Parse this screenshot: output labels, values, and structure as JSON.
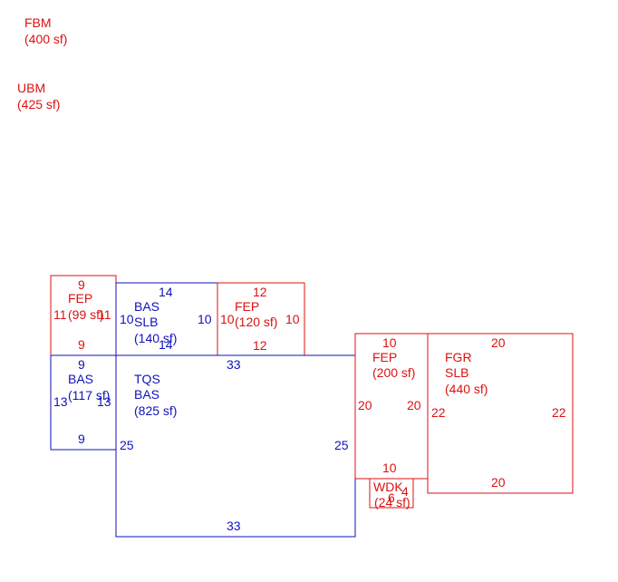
{
  "colors": {
    "red": "#dd1111",
    "blue": "#1111bb"
  },
  "floating_labels": [
    {
      "name": "FBM",
      "area": "(400 sf)",
      "color": "red"
    },
    {
      "name": "UBM",
      "area": "(425 sf)",
      "color": "red"
    }
  ],
  "rooms": [
    {
      "id": "fep-small",
      "color": "red",
      "lines": [
        "FEP",
        "(99 sf)"
      ],
      "dims": {
        "top": "9",
        "bottom": "9",
        "left": "11",
        "right": "11"
      }
    },
    {
      "id": "bas-slb",
      "color": "blue",
      "lines": [
        "BAS",
        "SLB",
        "(140 sf)"
      ],
      "dims": {
        "top": "14",
        "bottom": "14",
        "left": "10",
        "right": "10"
      }
    },
    {
      "id": "fep-120",
      "color": "red",
      "lines": [
        "FEP",
        "(120 sf)"
      ],
      "dims": {
        "top": "12",
        "bottom": "12",
        "left": "10",
        "right": "10"
      }
    },
    {
      "id": "bas-117",
      "color": "blue",
      "lines": [
        "BAS",
        "(117 sf)"
      ],
      "dims": {
        "top": "9",
        "bottom": "9",
        "left": "13",
        "right": "13"
      }
    },
    {
      "id": "tqs-bas",
      "color": "blue",
      "lines": [
        "TQS",
        "BAS",
        "(825 sf)"
      ],
      "dims": {
        "top": "33",
        "bottom": "33",
        "left": "25",
        "right": "25"
      }
    },
    {
      "id": "fep-200",
      "color": "red",
      "lines": [
        "FEP",
        "(200 sf)"
      ],
      "dims": {
        "top": "10",
        "bottom": "10",
        "left": "20",
        "right": "20"
      }
    },
    {
      "id": "fgr-slb",
      "color": "red",
      "lines": [
        "FGR",
        "SLB",
        "(440 sf)"
      ],
      "dims": {
        "top": "20",
        "bottom": "20",
        "left": "22",
        "right": "22"
      }
    },
    {
      "id": "wdk",
      "color": "red",
      "lines": [
        "WDK",
        "(24 sf)"
      ],
      "dims": {
        "top": "",
        "bottom": "6",
        "left": "",
        "right": "4"
      }
    }
  ]
}
